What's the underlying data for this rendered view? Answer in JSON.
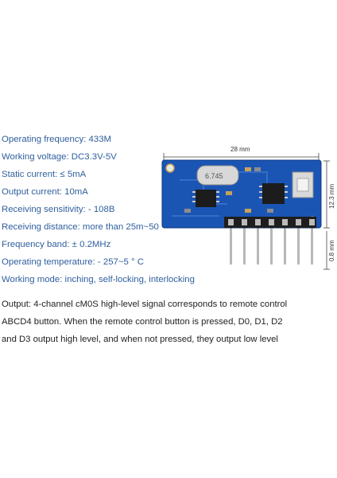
{
  "specs": [
    "Operating frequency:  433M",
    "Working voltage: DC3.3V-5V",
    "Static current: ≤ 5mA",
    "Output current: 10mA",
    "Receiving sensitivity: - 108B",
    "Receiving distance: more than 25m~50",
    "Frequency band: ± 0.2MHz",
    "Operating temperature: - 257~5 ° C",
    "Working mode: inching, self-locking, interlocking"
  ],
  "output_text": [
    "Output: 4-channel cM0S high-level signal corresponds to remote control",
    "ABCD4 button. When the remote control button is pressed, D0, D1, D2",
    "and D3 output high level, and when not pressed, they output low level"
  ],
  "diagram": {
    "width_label": "28 mm",
    "height_label": "12.3 mm",
    "pin_label": "0.8 mm",
    "crystal_marking": "6.745",
    "colors": {
      "pcb": "#1a55b4",
      "pin": "#b8b8b8",
      "chip": "#1c1c1c",
      "text": "#2f5f9e"
    }
  }
}
